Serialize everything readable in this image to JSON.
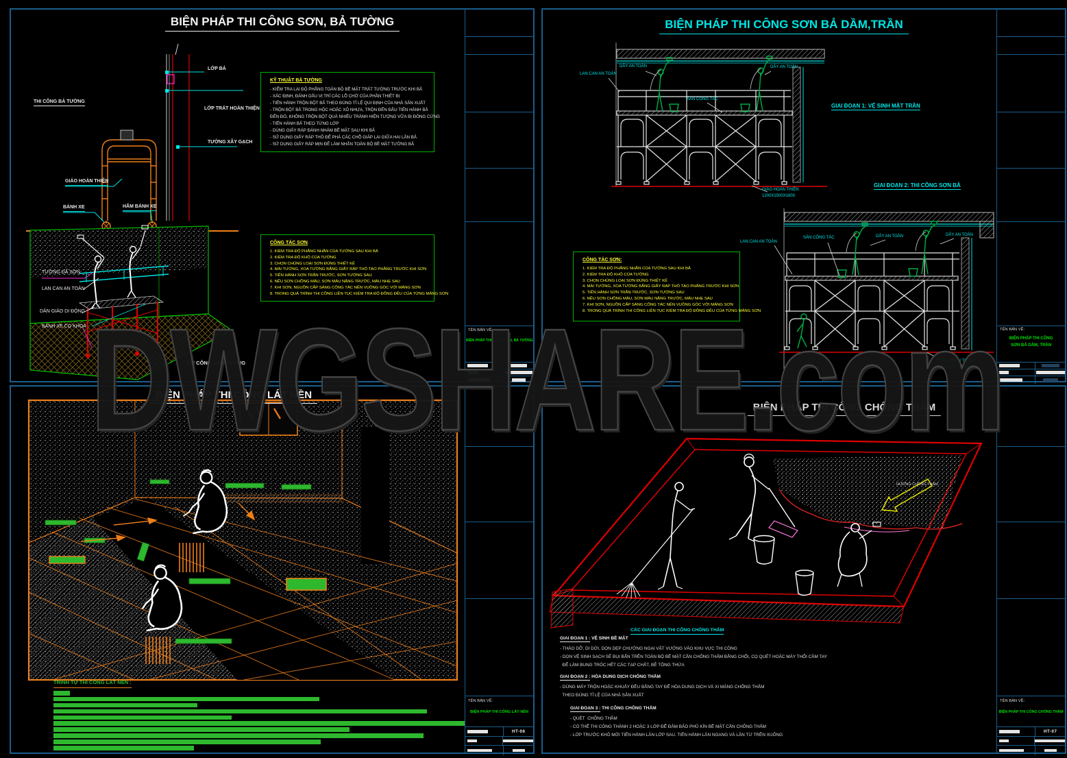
{
  "watermark": {
    "text": "DWGSHARE.com"
  },
  "colors": {
    "frame": "#1a5e8c",
    "cyan": "#00e5e5",
    "green": "#00c000",
    "yellow": "#ffff33",
    "orange": "#ef7f1a",
    "red": "#e00000",
    "magenta": "#ff2ad4"
  },
  "titleblock_label": "TÊN BẢN VẼ:",
  "sheets": {
    "tl": {
      "title": "BIỆN PHÁP THI CÔNG SƠN, BẢ TƯỜNG",
      "section_label": "THI CÔNG BẢ TƯỜNG",
      "labels": {
        "lop_ba": "LỚP BẢ",
        "lop_trat": "LỚP TRÁT HOÀN THIỆN",
        "tuong_xay_gach": "TƯỜNG XÂY GẠCH",
        "giao_hoan_thien": "GIÁO HOÀN THIỆN",
        "banh_xe": "BÁNH XE",
        "ham_banh_xe": "HÃM BÁNH XE",
        "tuong_da_son": "TƯỜNG ĐÃ SƠN",
        "lan_can_an_toan": "LAN CAN AN TOÀN",
        "dan_giao_di_dong": "DÀN GIÁO DI ĐỘNG",
        "banh_xe_co_khoa": "BÁNH XE CÓ KHÓA"
      },
      "iso_caption": "THI CÔNG SƠN TƯỜNG",
      "box_ky_thuat": {
        "heading": "KỸ THUẬT BẢ TƯỜNG",
        "lines": [
          "- KIỂM TRA LẠI ĐỘ PHẲNG TOÀN BỘ BỀ MẶT TRÁT TƯỜNG TRƯỚC KHI BẢ",
          "- XÁC ĐỊNH, ĐÁNH DẤU VỊ TRÍ CÁC LỖ CHỜ CỦA PHẦN THIẾT BỊ",
          "- TIẾN HÀNH TRỘN BỘT BẢ THEO ĐÚNG TỈ LỆ QUI ĐỊNH CỦA NHÀ SẢN XUẤT",
          "- TRỘN BỘT BẢ TRONG HỘC HOẶC XÔ NHỰA, TRỘN ĐẾN ĐÂU TIẾN HÀNH BẢ",
          "ĐẾN ĐÓ, KHÔNG TRỘN BỘT QUÁ NHIỀU TRÁNH HIỆN TƯỢNG VỮA BỊ ĐÔNG CỨNG",
          "- TIẾN HÀNH BẢ THEO TỪNG LỚP",
          "- DÙNG GIẤY RÁP ĐÁNH NHÁM BỀ MẶT SAU KHI BẢ",
          "- SỬ DỤNG GIẤY RÁP THÔ ĐỂ PHÁ CÁC CHỖ GIÁP LAI GIỮA HAI LẦN BẢ",
          "- SỬ DỤNG GIẤY RÁP MỊN ĐỂ LÀM NHẴN TOÀN BỘ BỀ MẶT TƯỜNG BẢ"
        ]
      },
      "box_cong_tac": {
        "heading": "CÔNG TÁC SƠN",
        "lines": [
          "1. KIỂM TRA ĐỘ PHẲNG NHẴN CỦA TƯỜNG SAU KHI BẢ",
          "2. KIỂM TRA ĐỘ KHÔ CỦA TƯỜNG",
          "3. CHỌN CHỦNG LOẠI SƠN ĐÚNG THIẾT KẾ",
          "4. MÀI TƯỜNG, XOA TƯỜNG BẰNG GIẤY RÁP THÔ TẠO PHẲNG TRƯỚC KHI SƠN",
          "5. TIẾN HÀNH SƠN TRẦN TRƯỚC, SƠN TƯỜNG SAU",
          "6. NẾU SƠN CHỒNG MÀU, SƠN MÀU NẶNG TRƯỚC, MÀU NHẸ SAU",
          "7. KHI SƠN, NGUỒN CẤP SÁNG CÔNG TÁC NÊN VUÔNG GÓC VỚI MẢNG SƠN",
          "8. TRONG QUÁ TRÌNH THI CÔNG LIÊN TỤC KIỂM TRA ĐỘ ĐỒNG ĐỀU CỦA TỪNG MẢNG SƠN"
        ]
      },
      "titleblock": {
        "name": "BIỆN PHÁP THI CÔNG SƠN, BẢ TƯỜNG"
      }
    },
    "tr": {
      "title": "BIỆN PHÁP THI CÔNG SƠN BẢ DẦM,TRẦN",
      "stage1": "GIAI ĐOẠN 1: VỆ SINH MẶT TRẦN",
      "stage2": "GIAI ĐOẠN 2: THI CÔNG SƠN BẢ",
      "labels": {
        "day_an_toan": "DÂY AN TOÀN",
        "lan_can_an_toan": "LAN CAN AN TOÀN",
        "san_cong_tac": "SÀN CÔNG TÁC",
        "giao_hoan_thien": "GIÁO HOÀN THIỆN",
        "giao_size": "1200X1500X1600"
      },
      "box_cong_tac": {
        "heading": "CÔNG TÁC SƠN:",
        "lines": [
          "1. KIỂM TRA ĐỘ PHẲNG NHẴN CỦA TƯỜNG SAU KHI BẢ",
          "2. KIỂM TRA ĐỘ KHÔ CỦA TƯỜNG",
          "3. CHỌN CHỦNG LOẠI SƠN ĐÚNG THIẾT KẾ",
          "4. MÀI TƯỜNG, XOA TƯỜNG BẰNG GIẤY RÁP THÔ TẠO PHẲNG TRƯỚC KHI SƠN",
          "5. TIẾN HÀNH SƠN TRẦN TRƯỚC, SƠN TƯỜNG SAU",
          "6. NẾU SƠN CHỒNG MÀU, SƠN MÀU NẶNG TRƯỚC, MÀU NHẸ SAU",
          "7. KHI SƠN, NGUỒN CẤP SÁNG CÔNG TÁC NÊN VUÔNG GÓC VỚI MẢNG SƠN",
          "8. TRONG QUÁ TRÌNH THI CÔNG LIÊN TỤC KIỂM TRA ĐỘ ĐỒNG ĐỀU CỦA TỪNG MẢNG SƠN"
        ]
      },
      "titleblock": {
        "name_line1": "BIỆN PHÁP THI CÔNG",
        "name_line2": "SƠN BẢ DẦM, TRẦN"
      }
    },
    "bl": {
      "title": "BIỆN PHÁP THI CÔNG LÁT NỀN",
      "list_heading": "TRÌNH TỰ THI CÔNG LÁT NỀN :",
      "list_bar_widths": [
        24,
        388,
        210,
        545,
        260,
        600,
        432,
        540,
        390,
        205
      ],
      "titleblock": {
        "name": "BIỆN PHÁP THI CÔNG LÁT NỀN",
        "code": "HT-06"
      }
    },
    "br": {
      "title": "BIỆN PHÁP THI CÔNG CHỐNG THẤM",
      "arrow_label": "HƯỚNG CHỐNG THẤM",
      "caption": "CÁC GIAI ĐOẠN THI CÔNG CHỐNG THẤM",
      "stages": [
        {
          "label": "GIAI ĐOẠN 1 :",
          "name": " VỆ SINH BỀ MẶT",
          "lines": [
            "- THÁO DỠ, DI DỜI, DỌN DẸP CHƯỚNG NGẠI VẬT VƯỚNG VÀO KHU VỰC THI CÔNG",
            "- DỌN VỆ SINH SẠCH SẼ BỤI BẨN TRÊN TOÀN BỘ BỀ MẶT CẦN CHỐNG THẤM BẰNG CHỔI, CỌ QUÉT HOẶC MÁY THỔI CẦM TAY",
            "  ĐỂ LÀM BUNG TRÓC HẾT CÁC TẠP CHẤT, BÊ TÔNG THỪA"
          ]
        },
        {
          "label": "GIAI ĐOẠN 2 :",
          "name": " HÒA DUNG DỊCH CHỐNG THẤM",
          "lines": [
            "- DÙNG MÁY TRỘN HOẶC KHUẤY ĐỀU BẰNG TAY ĐỂ HÒA DUNG DỊCH VÀ XI MĂNG CHỐNG THẤM",
            "  THEO ĐÚNG TỈ LỆ CỦA NHÀ SẢN XUẤT"
          ]
        },
        {
          "label": "GIAI ĐOẠN 3 :",
          "name": " THI CÔNG CHỐNG THẤM",
          "lines": [
            "- QUÉT  CHỐNG THẤM",
            "- CÓ THỂ THI CÔNG THÀNH 2 HOẶC 3 LỚP ĐỂ ĐẢM BẢO PHỦ KÍN BỀ MẶT CẦN CHỐNG THẤM",
            "- LỚP TRƯỚC KHÔ MỚI TIẾN HÀNH LĂN LỚP SAU. TIẾN HÀNH LĂN NGANG VÀ LĂN TỪ TRÊN XUỐNG"
          ]
        }
      ],
      "titleblock": {
        "name": "BIỆN PHÁP THI CÔNG CHỐNG THẤM",
        "code": "HT-07"
      }
    }
  }
}
